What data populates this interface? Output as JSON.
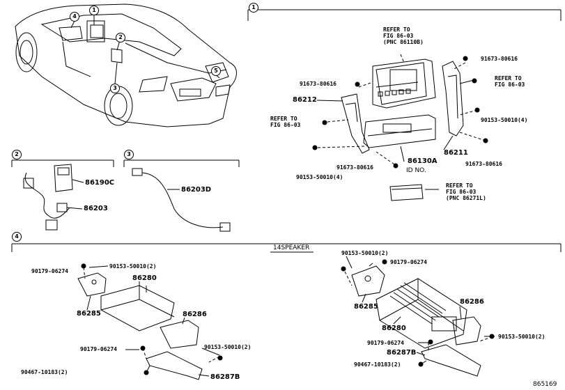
{
  "sections": {
    "1": "1",
    "2": "2",
    "3": "3",
    "4": "4"
  },
  "car_callouts": [
    "1",
    "2",
    "3",
    "4",
    "5"
  ],
  "s1": {
    "refer_86110b": "REFER TO\nFIG 86-03\n(PNC 86110B)",
    "refer_86_03_right": "REFER TO\nFIG 86-03",
    "refer_86_03_left": "REFER TO\nFIG 86-03",
    "refer_86271l": "REFER TO\nFIG 86-03\n(PNC 86271L)",
    "p_91673_top_right": "91673-80616",
    "p_91673_top_left": "91673-80616",
    "p_86212": "86212",
    "p_90153_right": "90153-50010(4)",
    "p_86211": "86211",
    "p_91673_bottom_right": "91673-80616",
    "p_91673_bottom_left": "91673-80616",
    "p_86130a": "86130A",
    "id_no": "ID NO.",
    "p_90153_left": "90153-50010(4)"
  },
  "s2": {
    "p_86190c": "86190C",
    "p_86203": "86203"
  },
  "s3": {
    "p_86203d": "86203D"
  },
  "s4": {
    "title": "14SPEAKER",
    "left": {
      "p_90179_a": "90179-06274",
      "p_90153_a": "90153-50010(2)",
      "p_86280": "86280",
      "p_86285": "86285",
      "p_86286": "86286",
      "p_90179_b": "90179-06274",
      "p_90153_b": "90153-50010(2)",
      "p_90467": "90467-10183(2)",
      "p_86287b": "86287B"
    },
    "right": {
      "p_90153_a": "90153-50010(2)",
      "p_90179_a": "90179-06274",
      "p_86285": "86285",
      "p_86286": "86286",
      "p_86280": "86280",
      "p_90153_b": "90153-50010(2)",
      "p_90179_b": "90179-06274",
      "p_86287b": "86287B",
      "p_90467": "90467-10183(2)"
    }
  },
  "figure_id": "865169"
}
